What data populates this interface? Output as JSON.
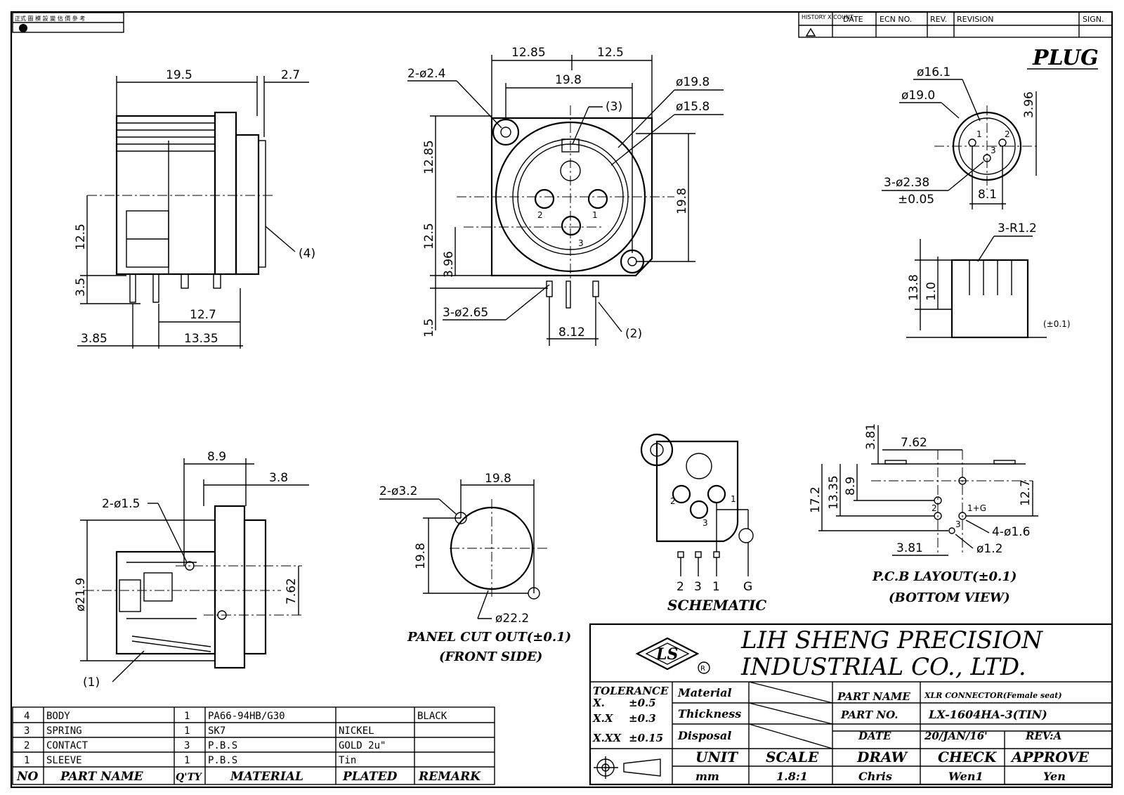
{
  "top_left_box": {
    "label": "正式 圖 模 設 變 估 價 參 考"
  },
  "history": {
    "count": "HISTORY X COUNT",
    "date": "DATE",
    "ecn": "ECN NO.",
    "rev": "REV.",
    "revision": "REVISION",
    "sign": "SIGN."
  },
  "plug_label": "PLUG",
  "side_view": {
    "d_top1": "19.5",
    "d_top2": "2.7",
    "d_left1": "12.5",
    "d_left2": "3.5",
    "d_bot1": "12.7",
    "d_bot2": "3.85",
    "d_bot3": "13.35",
    "callout4": "(4)"
  },
  "front_view": {
    "d_top1": "12.85",
    "d_top2": "12.5",
    "d_top3": "19.8",
    "holes_label": "2-ø2.4",
    "d_outer": "ø19.8",
    "d_inner": "ø15.8",
    "callout3": "(3)",
    "d_left1": "12.85",
    "d_left2": "12.5",
    "d_left3": "3.96",
    "d_left4": "1.5",
    "d_right": "19.8",
    "pins_label": "3-ø2.65",
    "d_bot": "8.12",
    "callout2": "(2)",
    "pin1": "1",
    "pin2": "2",
    "pin3": "3"
  },
  "plug_view": {
    "d1": "ø16.1",
    "d2": "ø19.0",
    "d3": "3.96",
    "holes": "3-ø2.38",
    "tol": "±0.05",
    "d4": "8.1",
    "r": "3-R1.2",
    "h1": "13.8",
    "h2": "1.0",
    "tol2": "(±0.1)",
    "p1": "1",
    "p2": "2",
    "p3": "3"
  },
  "bottom_view": {
    "d_top1": "8.9",
    "d_top2": "3.8",
    "holes": "2-ø1.5",
    "d_left": "ø21.9",
    "d_right": "7.62",
    "callout1": "(1)"
  },
  "panel_cutout": {
    "holes": "2-ø3.2",
    "d_top": "19.8",
    "d_left": "19.8",
    "d_hole": "ø22.2",
    "title": "PANEL CUT OUT(±0.1)",
    "subtitle": "(FRONT SIDE)"
  },
  "schematic": {
    "title": "SCHEMATIC",
    "n1": "1",
    "n2": "2",
    "n3": "3",
    "b2": "2",
    "b3": "3",
    "b1": "1",
    "bg": "G"
  },
  "pcb": {
    "d1": "3.81",
    "d2": "7.62",
    "d3": "8.9",
    "d4": "13.35",
    "d5": "17.2",
    "d6": "12.7",
    "d7": "3.81",
    "holes": "4-ø1.6",
    "hole2": "ø1.2",
    "l2": "2",
    "l3": "3",
    "l1g": "1+G",
    "title": "P.C.B LAYOUT(±0.1)",
    "subtitle": "(BOTTOM VIEW)"
  },
  "title_block": {
    "company1": "LIH SHENG PRECISION",
    "company2": "INDUSTRIAL CO., LTD.",
    "tolerance": "TOLERANCE",
    "tol_x": "X.",
    "tol_x_v": "±0.5",
    "tol_xx": "X.X",
    "tol_xx_v": "±0.3",
    "tol_xxx": "X.XX",
    "tol_xxx_v": "±0.15",
    "material": "Material",
    "thickness": "Thickness",
    "disposal": "Disposal",
    "part_name_l": "PART NAME",
    "part_name_v": "XLR CONNECTOR(Female seat)",
    "part_no_l": "PART NO.",
    "part_no_v": "LX-1604HA-3(TIN)",
    "date_l": "DATE",
    "date_v": "20/JAN/16'",
    "rev": "REV:A",
    "unit_l": "UNIT",
    "scale_l": "SCALE",
    "draw_l": "DRAW",
    "check_l": "CHECK",
    "approve_l": "APPROVE",
    "unit_v": "mm",
    "scale_v": "1.8:1",
    "draw_v": "Chris",
    "check_v": "Wen1",
    "approve_v": "Yen"
  },
  "bom": {
    "headers": [
      "NO",
      "PART NAME",
      "Q'TY",
      "MATERIAL",
      "PLATED",
      "REMARK"
    ],
    "rows": [
      {
        "no": "4",
        "name": "BODY",
        "qty": "1",
        "material": "PA66-94HB/G30",
        "plated": "",
        "remark": "BLACK"
      },
      {
        "no": "3",
        "name": "SPRING",
        "qty": "1",
        "material": "SK7",
        "plated": "NICKEL",
        "remark": ""
      },
      {
        "no": "2",
        "name": "CONTACT",
        "qty": "3",
        "material": "P.B.S",
        "plated": "GOLD 2u\"",
        "remark": ""
      },
      {
        "no": "1",
        "name": "SLEEVE",
        "qty": "1",
        "material": "P.B.S",
        "plated": "Tin",
        "remark": ""
      }
    ]
  }
}
